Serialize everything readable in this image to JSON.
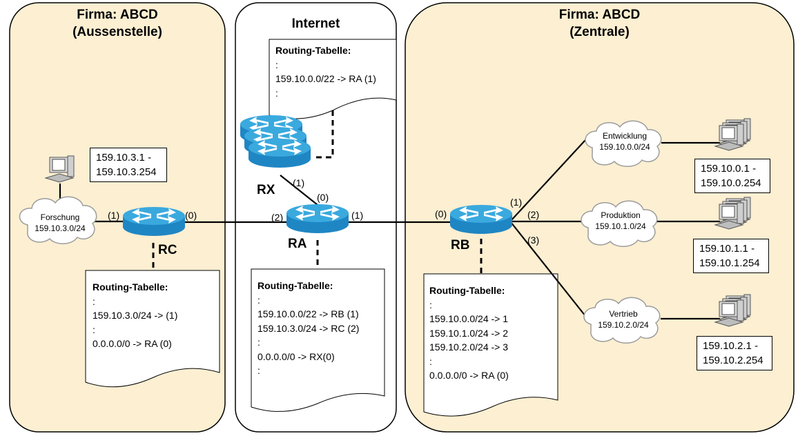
{
  "zones": {
    "aussen": {
      "title_line1": "Firma: ABCD",
      "title_line2": "(Aussenstelle)"
    },
    "internet": {
      "title": "Internet"
    },
    "zentrale": {
      "title_line1": "Firma: ABCD",
      "title_line2": "(Zentrale)"
    }
  },
  "routers": {
    "rc": {
      "name": "RC",
      "ports": {
        "p1": "(1)",
        "p0": "(0)"
      }
    },
    "ra": {
      "name": "RA",
      "ports": {
        "p0": "(0)",
        "p1": "(1)",
        "p2": "(2)"
      }
    },
    "rb": {
      "name": "RB",
      "ports": {
        "p0": "(0)",
        "p1": "(1)",
        "p2": "(2)",
        "p3": "(3)"
      }
    },
    "rx": {
      "name": "RX",
      "ports": {
        "p1": "(1)"
      }
    }
  },
  "networks": {
    "forschung": {
      "name": "Forschung",
      "net": "159.10.3.0/24",
      "range_line1": "159.10.3.1 -",
      "range_line2": "159.10.3.254"
    },
    "entwicklung": {
      "name": "Entwicklung",
      "net": "159.10.0.0/24",
      "range_line1": "159.10.0.1 -",
      "range_line2": "159.10.0.254"
    },
    "produktion": {
      "name": "Produktion",
      "net": "159.10.1.0/24",
      "range_line1": "159.10.1.1 -",
      "range_line2": "159.10.1.254"
    },
    "vertrieb": {
      "name": "Vertrieb",
      "net": "159.10.2.0/24",
      "range_line1": "159.10.2.1 -",
      "range_line2": "159.10.2.254"
    }
  },
  "routing_tables": {
    "rx": {
      "header": "Routing-Tabelle:",
      "rows": [
        ":",
        "159.10.0.0/22 -> RA (1)",
        ":"
      ]
    },
    "rc": {
      "header": "Routing-Tabelle:",
      "rows": [
        ":",
        "159.10.3.0/24 -> (1)",
        ":",
        "0.0.0.0/0 -> RA (0)"
      ]
    },
    "ra": {
      "header": "Routing-Tabelle:",
      "rows": [
        ":",
        "159.10.0.0/22 -> RB (1)",
        "159.10.3.0/24 -> RC (2)",
        ":",
        "0.0.0.0/0 -> RX(0)",
        ":"
      ]
    },
    "rb": {
      "header": "Routing-Tabelle:",
      "rows": [
        ":",
        "159.10.0.0/24 -> 1",
        "159.10.1.0/24 -> 2",
        "159.10.2.0/24 -> 3",
        ":",
        "0.0.0.0/0 -> RA (0)"
      ]
    }
  },
  "colors": {
    "zone_fill": "#fcefd2",
    "router_top": "#35a6dc",
    "router_body": "#1f86c4",
    "line": "#000000",
    "paper": "#ffffff"
  }
}
